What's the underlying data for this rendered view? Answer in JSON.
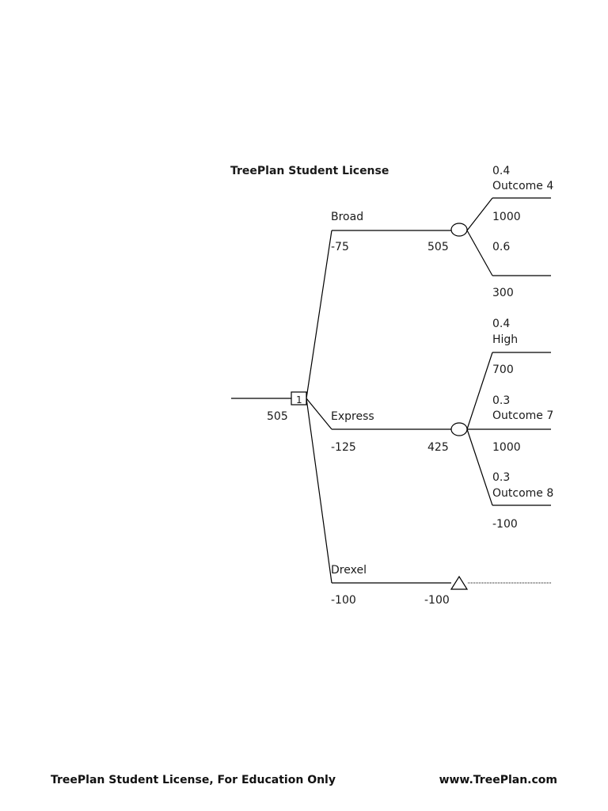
{
  "header": {
    "license_title": "TreePlan Student License"
  },
  "root": {
    "value": "505",
    "decision_number": "1"
  },
  "branches": {
    "broad": {
      "name": "Broad",
      "cash": "-75",
      "value": "505"
    },
    "express": {
      "name": "Express",
      "cash": "-125",
      "value": "425"
    },
    "drexel": {
      "name": "Drexel",
      "cash": "-100",
      "value": "-100"
    }
  },
  "outcomes": {
    "broad_1": {
      "prob": "0.4",
      "name": "Outcome 4",
      "payoff": "1000"
    },
    "broad_2": {
      "prob": "0.6",
      "name": "",
      "payoff": "300"
    },
    "express_1": {
      "prob": "0.4",
      "name": "High",
      "payoff": "700"
    },
    "express_2": {
      "prob": "0.3",
      "name": "Outcome 7",
      "payoff": "1000"
    },
    "express_3": {
      "prob": "0.3",
      "name": "Outcome 8",
      "payoff": "-100"
    }
  },
  "footer": {
    "left": "TreePlan Student License, For Education Only",
    "right": "www.TreePlan.com"
  }
}
